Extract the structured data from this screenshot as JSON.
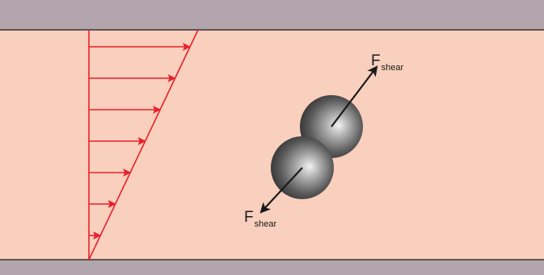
{
  "colors": {
    "fluid": "#f9cfbd",
    "wall": "#b3a5ac",
    "wall_edge": "#3a3438",
    "profile": "#e8202a",
    "particle_dark": "#3c3c3c",
    "particle_light": "#e9e9e9",
    "force_arrow": "#1a1a1a"
  },
  "icons": {
    "profile_arrow": "red-right-arrow-icon",
    "force_arrow": "black-arrow-icon",
    "particle": "sphere-icon"
  },
  "labels": {
    "force_top": {
      "main": "F",
      "sub": "shear"
    },
    "force_bottom": {
      "main": "F",
      "sub": "shear"
    }
  },
  "velocity_profile": {
    "arrow_count": 7,
    "arrow_lengths": [
      0.86,
      0.74,
      0.62,
      0.5,
      0.38,
      0.26,
      0.14
    ]
  }
}
